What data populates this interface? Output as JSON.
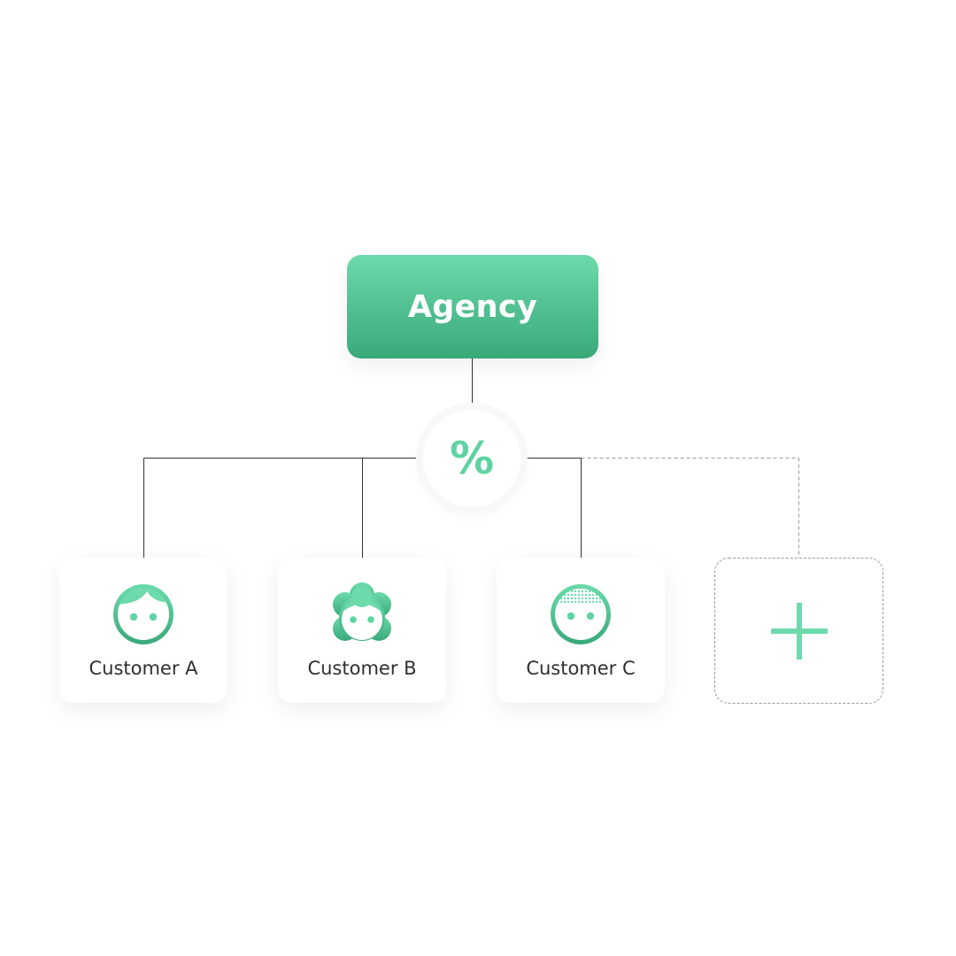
{
  "diagram": {
    "root": {
      "label": "Agency"
    },
    "hub": {
      "symbol": "%",
      "icon": "percent-icon"
    },
    "customers": [
      {
        "label": "Customer A",
        "icon": "face-short-hair-icon"
      },
      {
        "label": "Customer B",
        "icon": "face-curly-hair-icon"
      },
      {
        "label": "Customer C",
        "icon": "face-buzz-cut-icon"
      }
    ],
    "add_customer": {
      "icon": "plus-icon"
    }
  },
  "colors": {
    "accent": "#5fd3a2",
    "accent_dark": "#3aa97a",
    "line": "#333333",
    "dashed_line": "#9a9a9a",
    "text": "#2f2f2f"
  }
}
